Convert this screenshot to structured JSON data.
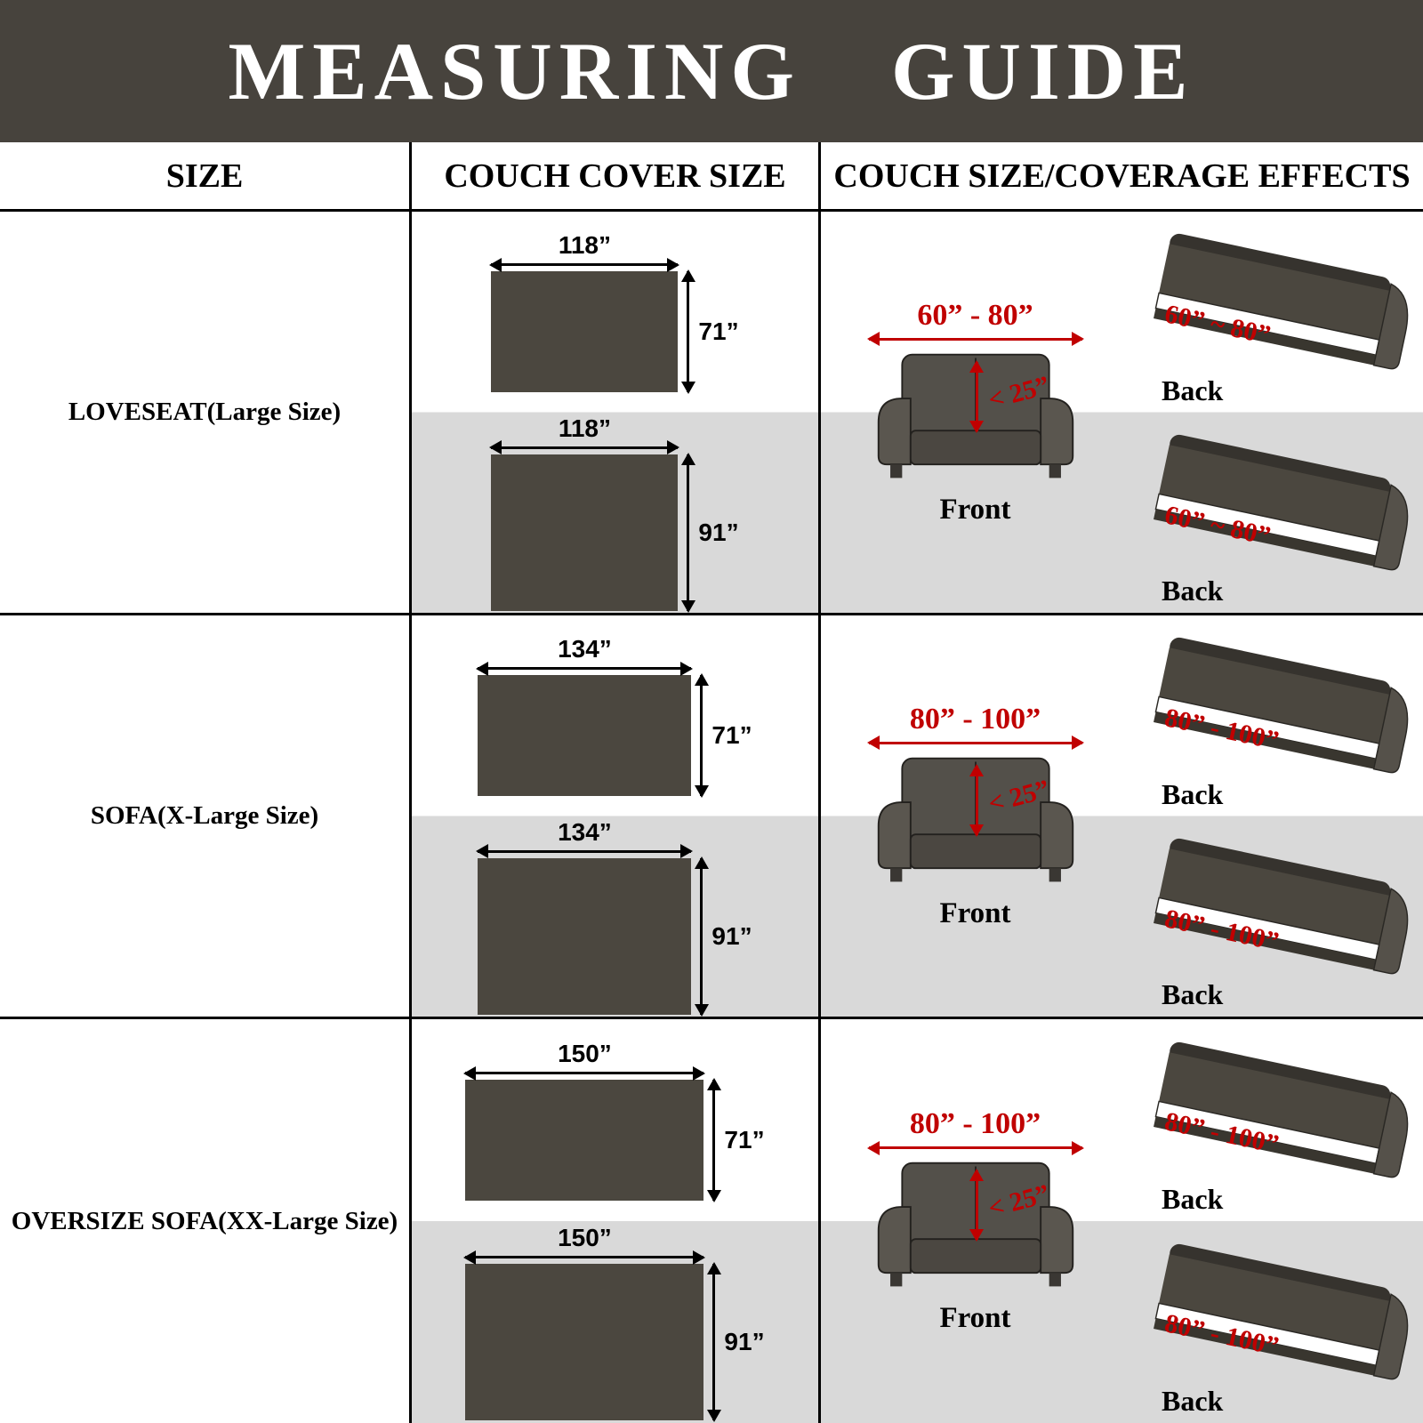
{
  "title": "MEASURING GUIDE",
  "columns": [
    "SIZE",
    "COUCH COVER SIZE",
    "COUCH SIZE/COVERAGE EFFECTS"
  ],
  "colors": {
    "header_bg": "#47433d",
    "rect_fill": "#4b473f",
    "band_gray": "#d9d9d9",
    "accent_red": "#c00000"
  },
  "rows": [
    {
      "size_label": "LOVESEAT(Large Size)",
      "covers": [
        {
          "width": "118”",
          "height": "71”"
        },
        {
          "width": "118”",
          "height": "91”"
        }
      ],
      "front": {
        "range": "60” - 80”",
        "depth": "< 25”",
        "label": "Front"
      },
      "backs": [
        {
          "range": "60” ~ 80”",
          "label": "Back"
        },
        {
          "range": "60” ~ 80”",
          "label": "Back"
        }
      ]
    },
    {
      "size_label": "SOFA(X-Large Size)",
      "covers": [
        {
          "width": "134”",
          "height": "71”"
        },
        {
          "width": "134”",
          "height": "91”"
        }
      ],
      "front": {
        "range": "80” - 100”",
        "depth": "< 25”",
        "label": "Front"
      },
      "backs": [
        {
          "range": "80” - 100”",
          "label": "Back"
        },
        {
          "range": "80” - 100”",
          "label": "Back"
        }
      ]
    },
    {
      "size_label": "OVERSIZE SOFA(XX-Large Size)",
      "covers": [
        {
          "width": "150”",
          "height": "71”"
        },
        {
          "width": "150”",
          "height": "91”"
        }
      ],
      "front": {
        "range": "80” - 100”",
        "depth": "< 25”",
        "label": "Front"
      },
      "backs": [
        {
          "range": "80” - 100”",
          "label": "Back"
        },
        {
          "range": "80” - 100”",
          "label": "Back"
        }
      ]
    }
  ]
}
